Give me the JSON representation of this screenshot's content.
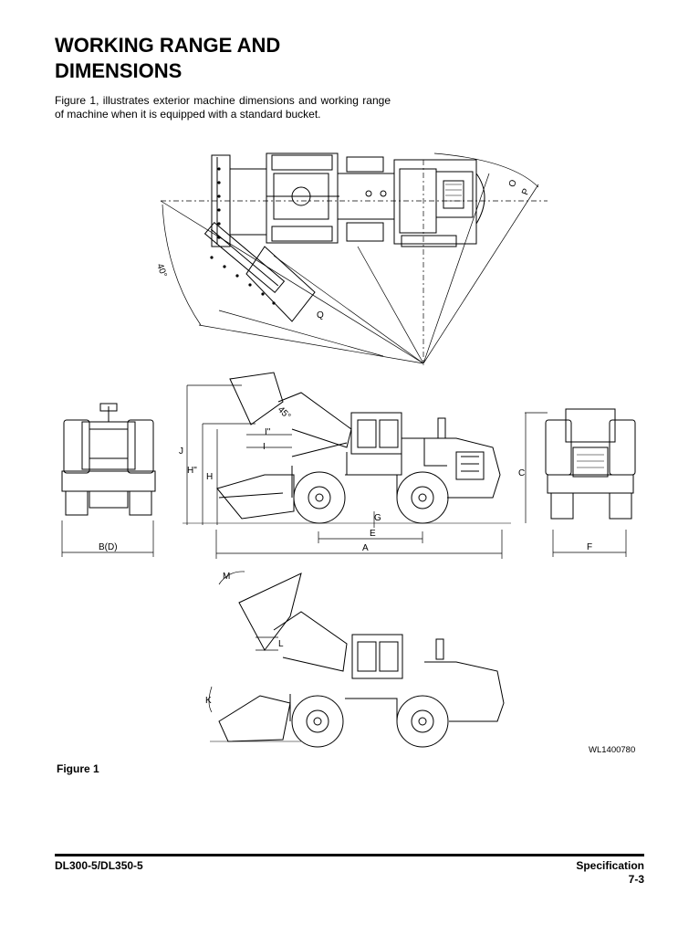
{
  "heading": {
    "line1": "WORKING RANGE AND",
    "line2": "DIMENSIONS"
  },
  "intro": "Figure 1, illustrates exterior machine dimensions and working range of machine when it is equipped with a standard bucket.",
  "figure": {
    "top_view": {
      "angle_label": "40°",
      "q": "Q",
      "o": "O",
      "p": "P"
    },
    "side_view": {
      "front_letters": {
        "b": "B(D)"
      },
      "main": {
        "j": "J",
        "h2": "H\"",
        "h": "H",
        "i2": "I\"",
        "i": "I",
        "angle": "45°",
        "g": "G",
        "e": "E",
        "a": "A"
      },
      "rear": {
        "c": "C",
        "f": "F"
      }
    },
    "bottom_view": {
      "m": "M",
      "l": "L",
      "k": "K"
    },
    "reference_code": "WL1400780"
  },
  "caption": "Figure 1",
  "footer": {
    "model": "DL300-5/DL350-5",
    "section": "Specification",
    "page": "7-3"
  }
}
